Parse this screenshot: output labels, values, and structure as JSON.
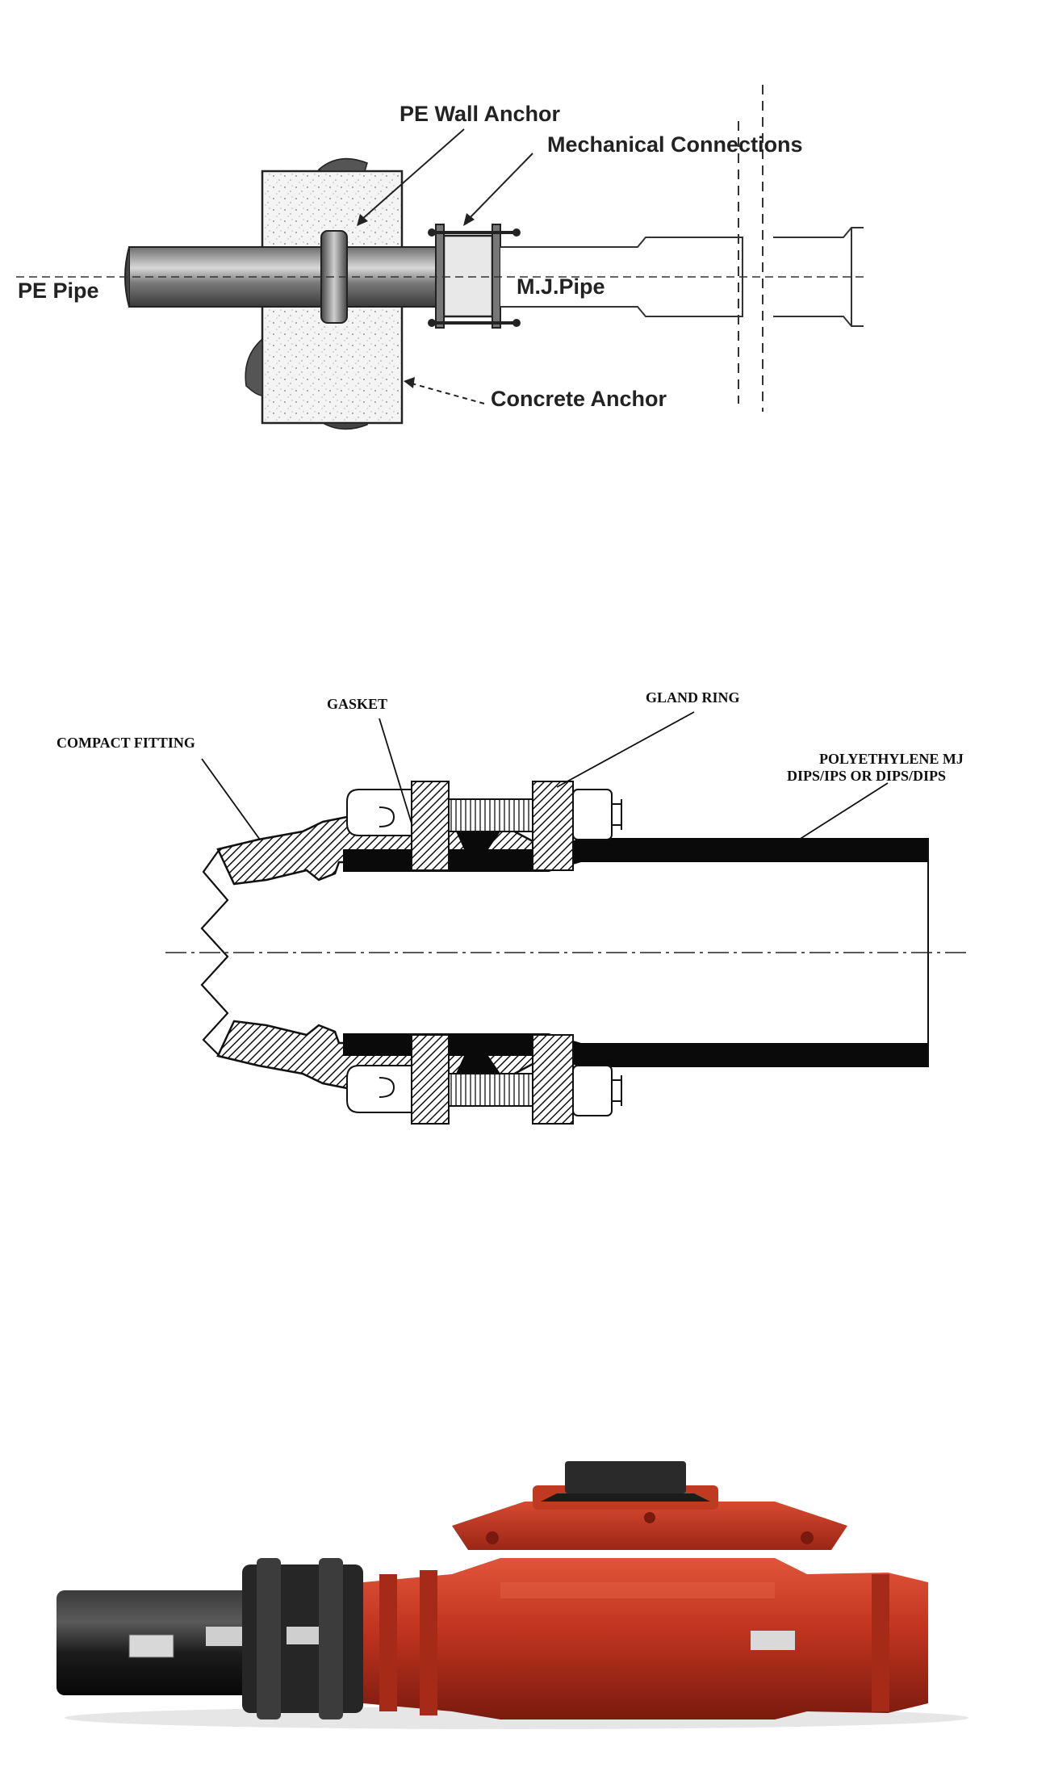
{
  "diagram1": {
    "labels": {
      "pe_pipe": "PE Pipe",
      "pe_wall_anchor": "PE Wall Anchor",
      "mechanical_connections": "Mechanical Connections",
      "mj_pipe": "M.J.Pipe",
      "concrete_anchor": "Concrete Anchor"
    }
  },
  "diagram2": {
    "labels": {
      "compact_fitting": "COMPACT FITTING",
      "gasket": "GASKET",
      "gland_ring": "GLAND RING",
      "polyethylene_line1": "POLYETHYLENE MJ",
      "polyethylene_line2": "DIPS/IPS OR DIPS/DIPS"
    }
  },
  "photo": {
    "colors": {
      "valve_red": "#c0341f",
      "valve_shadow": "#8a1f12",
      "pipe_black": "#1b1b1b",
      "operating_nut": "#2a2a2a"
    }
  }
}
